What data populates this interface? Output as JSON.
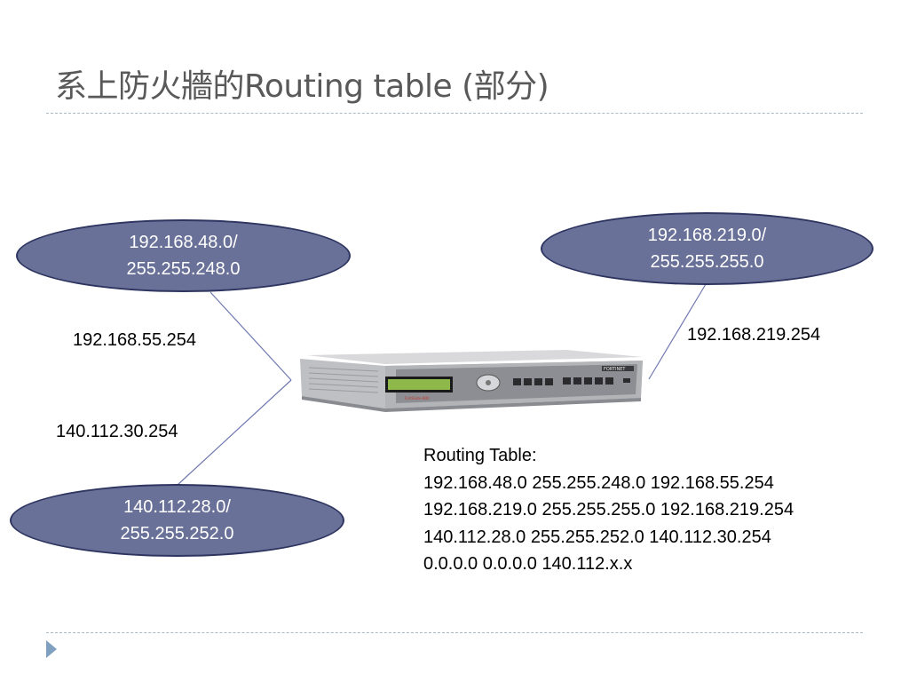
{
  "slide": {
    "title": "系上防火牆的Routing table (部分)"
  },
  "networks": {
    "left_top": {
      "line1": "192.168.48.0/",
      "line2": "255.255.248.0"
    },
    "right_top": {
      "line1": "192.168.219.0/",
      "line2": "255.255.255.0"
    },
    "left_bottom": {
      "line1": "140.112.28.0/",
      "line2": "255.255.252.0"
    }
  },
  "gateways": {
    "left_top": "192.168.55.254",
    "right_top": "192.168.219.254",
    "left_bottom": "140.112.30.254"
  },
  "device": {
    "brand": "FORTINET",
    "model": "FortiGate-800"
  },
  "routing_table": {
    "heading": "Routing Table:",
    "rows": [
      "192.168.48.0 255.255.248.0 192.168.55.254",
      "192.168.219.0 255.255.255.0 192.168.219.254",
      "140.112.28.0 255.255.252.0 140.112.30.254",
      "0.0.0.0 0.0.0.0 140.112.x.x"
    ]
  },
  "colors": {
    "ellipse_fill": "#6a7198",
    "ellipse_border": "#2d3560",
    "connector_line": "#6f78b0",
    "rule": "#a9b9c6",
    "bullet": "#7fa0bf",
    "title_text": "#595959"
  }
}
